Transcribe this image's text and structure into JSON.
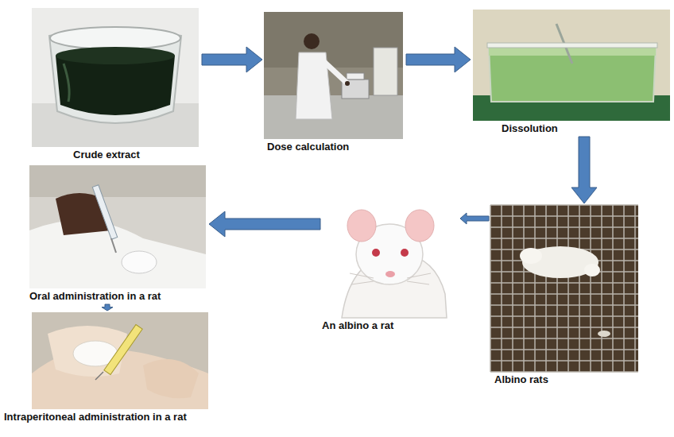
{
  "diagram": {
    "nodes": [
      {
        "text": [
          "Crude extract"
        ]
      },
      {
        "text": [
          "Dose calculation"
        ]
      },
      {
        "text": [
          "Dissolution"
        ]
      },
      {
        "text": [
          "Albino rats"
        ]
      },
      {
        "text": [
          "An albino a rat"
        ]
      },
      {
        "text": [
          "Oral administration in a rat"
        ]
      },
      {
        "text": [
          "Intraperitoneal administration in a rat"
        ]
      }
    ],
    "edges": [
      {
        "from": 0,
        "to": 1,
        "arrow": "to"
      },
      {
        "from": 1,
        "to": 2,
        "arrow": "to"
      },
      {
        "from": 2,
        "to": 3,
        "arrow": "to"
      },
      {
        "from": 3,
        "to": 4,
        "arrow": "to"
      },
      {
        "from": 4,
        "to": 5,
        "arrow": "to"
      },
      {
        "from": 5,
        "to": 6,
        "arrow": "to"
      }
    ]
  }
}
